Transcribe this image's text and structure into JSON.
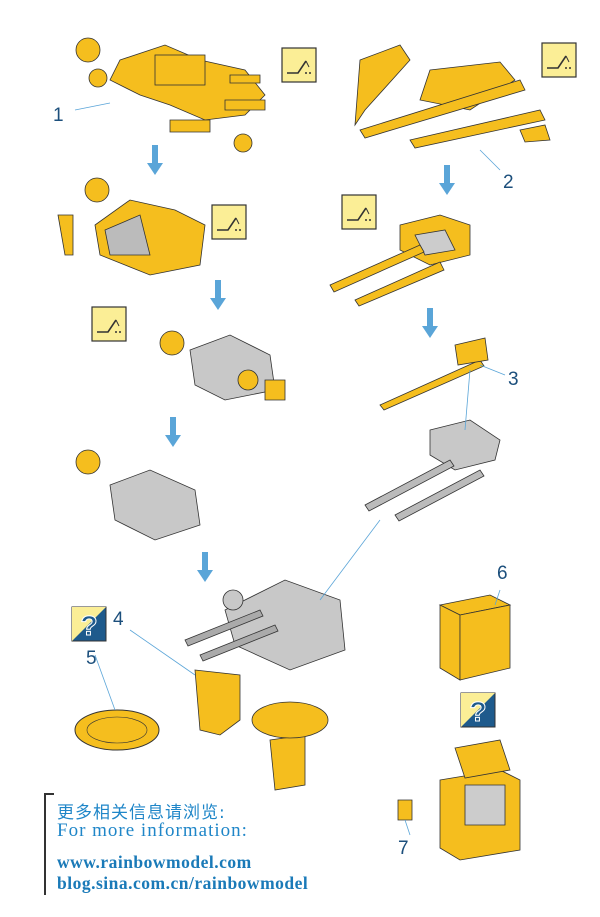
{
  "steps": [
    "1",
    "2",
    "3",
    "4",
    "5",
    "6",
    "7"
  ],
  "info": {
    "chinese": "更多相关信息请浏览:",
    "english": "For more information:",
    "website": "www.rainbowmodel.com",
    "blog": "blog.sina.com.cn/rainbowmodel"
  },
  "icons": {
    "bend": "bend-part-icon",
    "question": "question-mark-icon",
    "arrow": "down-arrow-icon"
  },
  "colors": {
    "part_yellow": "#f5be1e",
    "assembled_gray": "#c8c8c8",
    "icon_bg": "#fbee96",
    "arrow_blue": "#5aa5d8",
    "text_blue": "#1f86c8",
    "number_blue": "#1c4f7c"
  }
}
